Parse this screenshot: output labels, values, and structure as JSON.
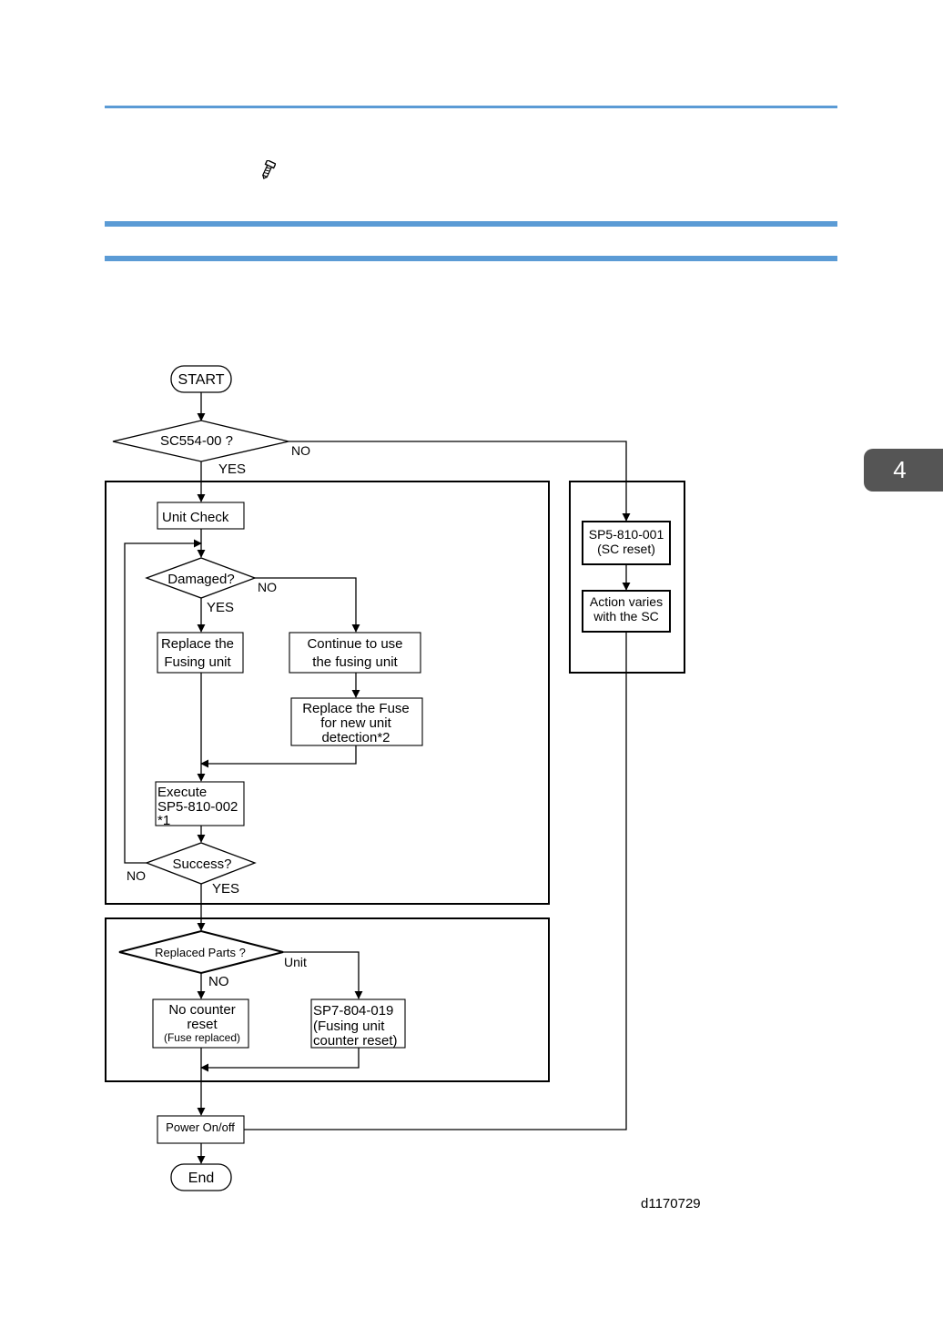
{
  "chapter_tab": "4",
  "icons": {
    "screw": "screw-icon"
  },
  "flowchart": {
    "start": "START",
    "q_sc554": "SC554-00 ?",
    "q_sc554_no": "NO",
    "q_sc554_yes": "YES",
    "unit_check": "Unit Check",
    "q_damaged": "Damaged?",
    "q_damaged_no": "NO",
    "q_damaged_yes": "YES",
    "replace_fusing": [
      "Replace the",
      "Fusing unit"
    ],
    "continue_use": [
      "Continue to use",
      "the fusing unit"
    ],
    "replace_fuse": [
      "Replace the Fuse",
      "for new unit",
      "detection*2"
    ],
    "execute": [
      "Execute",
      "SP5-810-002",
      "*1"
    ],
    "q_success": "Success?",
    "q_success_no": "NO",
    "q_success_yes": "YES",
    "q_replaced": "Replaced Parts ?",
    "q_replaced_unit": "Unit",
    "q_replaced_no": "NO",
    "no_counter": [
      "No counter",
      "reset",
      "(Fuse replaced)"
    ],
    "sp7": [
      "SP7-804-019",
      "(Fusing unit",
      "counter reset)"
    ],
    "sc_reset": [
      "SP5-810-001",
      "(SC reset)"
    ],
    "action_varies": [
      "Action varies",
      "with the SC"
    ],
    "power": "Power On/off",
    "end": "End",
    "figure_id": "d1170729"
  }
}
